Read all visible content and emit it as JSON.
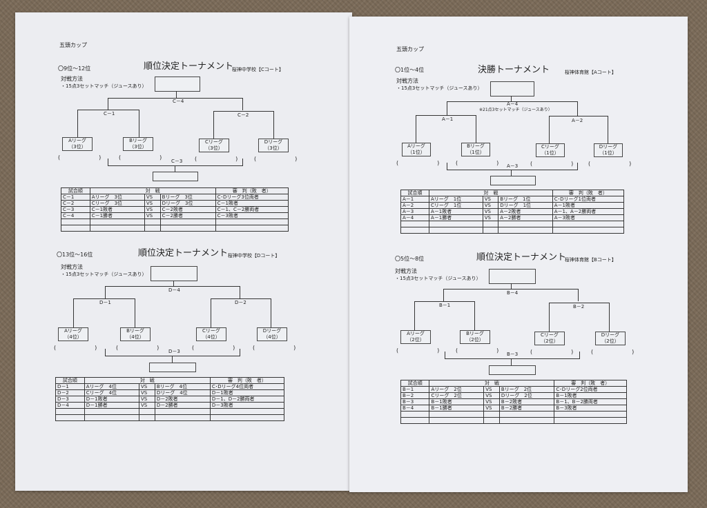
{
  "left_sheet": {
    "header": "五頭カップ",
    "top": {
      "range": "〇9位～12位",
      "title": "順位決定トーナメント",
      "venue": "桜神中学校【Cコート】",
      "method_label": "対戦方法",
      "method": "・15点3セットマッチ（ジュースあり）",
      "final_label": "C－4",
      "semi_left": "C－1",
      "semi_right": "C－2",
      "third_label": "C－3",
      "teams": [
        [
          "Aリーグ",
          "（3位）"
        ],
        [
          "Bリーグ",
          "（3位）"
        ],
        [
          "Cリーグ",
          "（3位）"
        ],
        [
          "Dリーグ",
          "（3位）"
        ]
      ],
      "table": {
        "headers": [
          "試合順",
          "対　戦",
          "審　判（敗　者）"
        ],
        "rows": [
          [
            "C－1",
            "Aリーグ　3位",
            "VS",
            "Bリーグ　3位",
            "C･Dリーグ3位両者"
          ],
          [
            "C－2",
            "Cリーグ　3位",
            "VS",
            "Dリーグ　3位",
            "C－1敗者"
          ],
          [
            "C－3",
            "C－1敗者",
            "VS",
            "C－2敗者",
            "C－1、C－2勝両者"
          ],
          [
            "C－4",
            "C－1勝者",
            "VS",
            "C－2勝者",
            "C－3敗者"
          ],
          [
            "",
            "",
            "",
            "",
            ""
          ],
          [
            "",
            "",
            "",
            "",
            ""
          ]
        ]
      }
    },
    "bottom": {
      "range": "〇13位～16位",
      "title": "順位決定トーナメント",
      "venue": "桜神中学校【Dコート】",
      "method_label": "対戦方法",
      "method": "・15点3セットマッチ（ジュースあり）",
      "final_label": "D－4",
      "semi_left": "D－1",
      "semi_right": "D－2",
      "third_label": "D－3",
      "teams": [
        [
          "Aリーグ",
          "（4位）"
        ],
        [
          "Bリーグ",
          "（4位）"
        ],
        [
          "Cリーグ",
          "（4位）"
        ],
        [
          "Dリーグ",
          "（4位）"
        ]
      ],
      "table": {
        "headers": [
          "試合順",
          "対　戦",
          "審　判（敗　者）"
        ],
        "rows": [
          [
            "D－1",
            "Aリーグ　4位",
            "VS",
            "Bリーグ　4位",
            "C･Dリーグ4位両者"
          ],
          [
            "D－2",
            "Cリーグ　4位",
            "VS",
            "Dリーグ　4位",
            "D－1敗者"
          ],
          [
            "D－3",
            "D－1敗者",
            "VS",
            "D－2敗者",
            "D－1、D－2勝両者"
          ],
          [
            "D－4",
            "D－1勝者",
            "VS",
            "D－2勝者",
            "D－3敗者"
          ],
          [
            "",
            "",
            "",
            "",
            ""
          ],
          [
            "",
            "",
            "",
            "",
            ""
          ]
        ]
      }
    }
  },
  "right_sheet": {
    "header": "五頭カップ",
    "top": {
      "range": "〇1位～4位",
      "title": "決勝トーナメント",
      "venue": "桜神体育館【Aコート】",
      "method_label": "対戦方法",
      "method": "・15点3セットマッチ（ジュースあり）",
      "final_label": "A－4",
      "final_note": "※21点3セットマッチ（ジュースあり）",
      "semi_left": "A－1",
      "semi_right": "A－2",
      "third_label": "A－3",
      "teams": [
        [
          "Aリーグ",
          "（1位）"
        ],
        [
          "Bリーグ",
          "（1位）"
        ],
        [
          "Cリーグ",
          "（1位）"
        ],
        [
          "Dリーグ",
          "（1位）"
        ]
      ],
      "table": {
        "headers": [
          "試合順",
          "対　戦",
          "審　判（敗　者）"
        ],
        "rows": [
          [
            "A－1",
            "Aリーグ　1位",
            "VS",
            "Bリーグ　1位",
            "C･Dリーグ1位両者"
          ],
          [
            "A－2",
            "Cリーグ　1位",
            "VS",
            "Dリーグ　1位",
            "A－1敗者"
          ],
          [
            "A－3",
            "A－1敗者",
            "VS",
            "A－2敗者",
            "A－1、A－2勝両者"
          ],
          [
            "A－4",
            "A－1勝者",
            "VS",
            "A－2勝者",
            "A－3敗者"
          ],
          [
            "",
            "",
            "",
            "",
            ""
          ],
          [
            "",
            "",
            "",
            "",
            ""
          ]
        ]
      }
    },
    "bottom": {
      "range": "〇5位～8位",
      "title": "順位決定トーナメント",
      "venue": "桜神体育館【Bコート】",
      "method_label": "対戦方法",
      "method": "・15点3セットマッチ（ジュースあり）",
      "final_label": "B－4",
      "semi_left": "B－1",
      "semi_right": "B－2",
      "third_label": "B－3",
      "teams": [
        [
          "Aリーグ",
          "（2位）"
        ],
        [
          "Bリーグ",
          "（2位）"
        ],
        [
          "Cリーグ",
          "（2位）"
        ],
        [
          "Dリーグ",
          "（2位）"
        ]
      ],
      "table": {
        "headers": [
          "試合順",
          "対　戦",
          "審　判（敗　者）"
        ],
        "rows": [
          [
            "B－1",
            "Aリーグ　2位",
            "VS",
            "Bリーグ　2位",
            "C･Dリーグ2位両者"
          ],
          [
            "B－2",
            "Cリーグ　2位",
            "VS",
            "Dリーグ　2位",
            "B－1敗者"
          ],
          [
            "B－3",
            "B－1敗者",
            "VS",
            "B－2敗者",
            "B－1、B－2勝両者"
          ],
          [
            "B－4",
            "B－1勝者",
            "VS",
            "B－2勝者",
            "B－3敗者"
          ],
          [
            "",
            "",
            "",
            "",
            ""
          ],
          [
            "",
            "",
            "",
            "",
            ""
          ]
        ]
      }
    }
  }
}
